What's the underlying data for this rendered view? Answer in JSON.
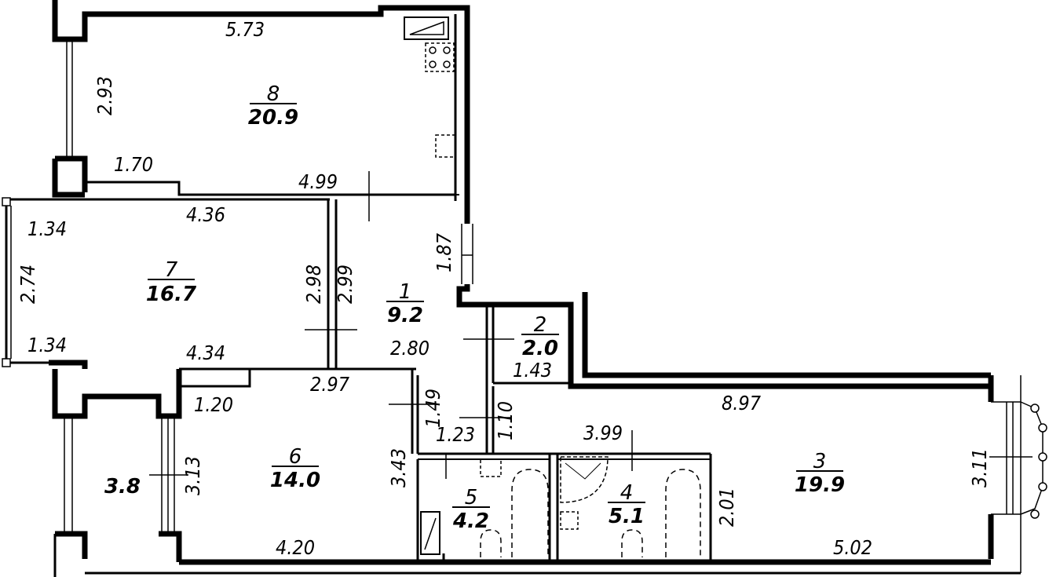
{
  "rooms": [
    {
      "number": "8",
      "area": "20.9"
    },
    {
      "number": "7",
      "area": "16.7"
    },
    {
      "number": "1",
      "area": "9.2"
    },
    {
      "number": "2",
      "area": "2.0"
    },
    {
      "number": "6",
      "area": "14.0"
    },
    {
      "number": "5",
      "area": "4.2"
    },
    {
      "number": "4",
      "area": "5.1"
    },
    {
      "number": "3",
      "area": "19.9"
    },
    {
      "number": "",
      "area": "3.8"
    }
  ],
  "dimensions": {
    "kitchen_top": "5.73",
    "kitchen_left": "2.93",
    "kitchen_bottom_left": "1.70",
    "kitchen_bottom": "4.99",
    "room7_top": "4.36",
    "room7_bay_top": "1.34",
    "room7_bay_height": "2.74",
    "room7_bay_bottom": "1.34",
    "room7_bottom": "4.34",
    "room7_right": "2.98",
    "hall_left": "2.99",
    "hall_right": "1.87",
    "hall_bottom": "2.80",
    "closet_bottom": "1.43",
    "room6_top": "2.97",
    "room6_top_left": "1.20",
    "room6_right": "3.43",
    "room6_bottom": "4.20",
    "balcony_width": "3.13",
    "corridor_left": "1.49",
    "corridor_right": "1.10",
    "bath5_top": "1.23",
    "bath4_top": "3.99",
    "bath4_right": "2.01",
    "room3_top": "8.97",
    "room3_right": "3.11",
    "room3_bottom": "5.02"
  }
}
